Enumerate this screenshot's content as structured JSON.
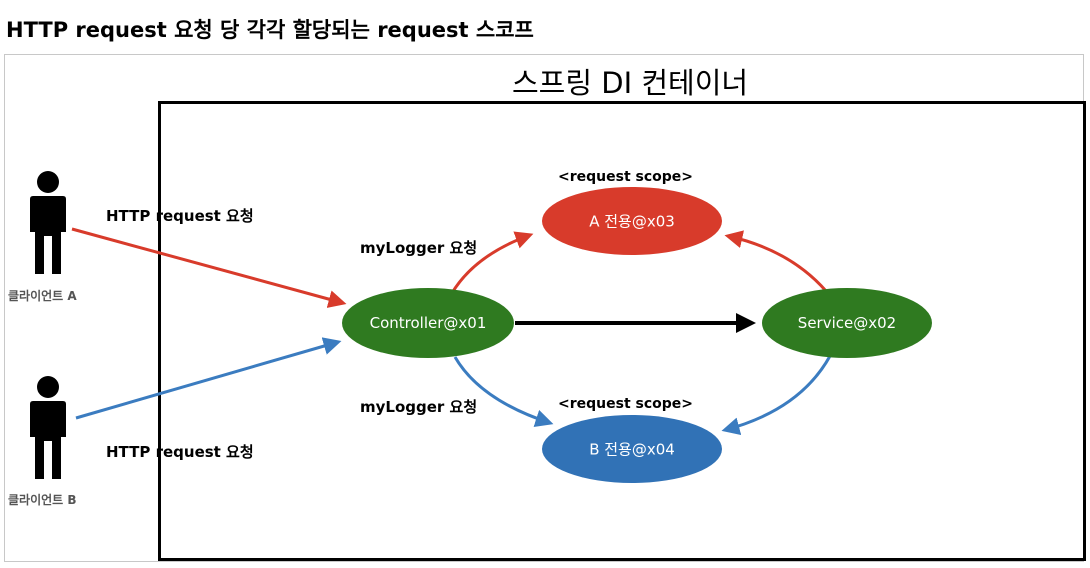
{
  "title": "HTTP request 요청 당 각각 할당되는 request 스코프",
  "container": {
    "title": "스프링 DI 컨테이너"
  },
  "clients": [
    {
      "label": "클라이언트 A"
    },
    {
      "label": "클라이언트 B"
    }
  ],
  "requests": [
    {
      "label": "HTTP request 요청"
    },
    {
      "label": "HTTP request 요청"
    }
  ],
  "my_logger_requests": [
    {
      "label": "myLogger 요청"
    },
    {
      "label": "myLogger 요청"
    }
  ],
  "scopes": [
    {
      "label": "<request scope>"
    },
    {
      "label": "<request scope>"
    }
  ],
  "nodes": {
    "controller": {
      "label": "Controller@x01",
      "color": "#2f7a20"
    },
    "service": {
      "label": "Service@x02",
      "color": "#2f7a20"
    },
    "bean_a": {
      "label": "A 전용@x03",
      "color": "#d83b2b"
    },
    "bean_b": {
      "label": "B 전용@x04",
      "color": "#3172b6"
    }
  },
  "colors": {
    "red_arrow": "#d83b2b",
    "blue_arrow": "#3b7cc0",
    "black_arrow": "#000000"
  }
}
